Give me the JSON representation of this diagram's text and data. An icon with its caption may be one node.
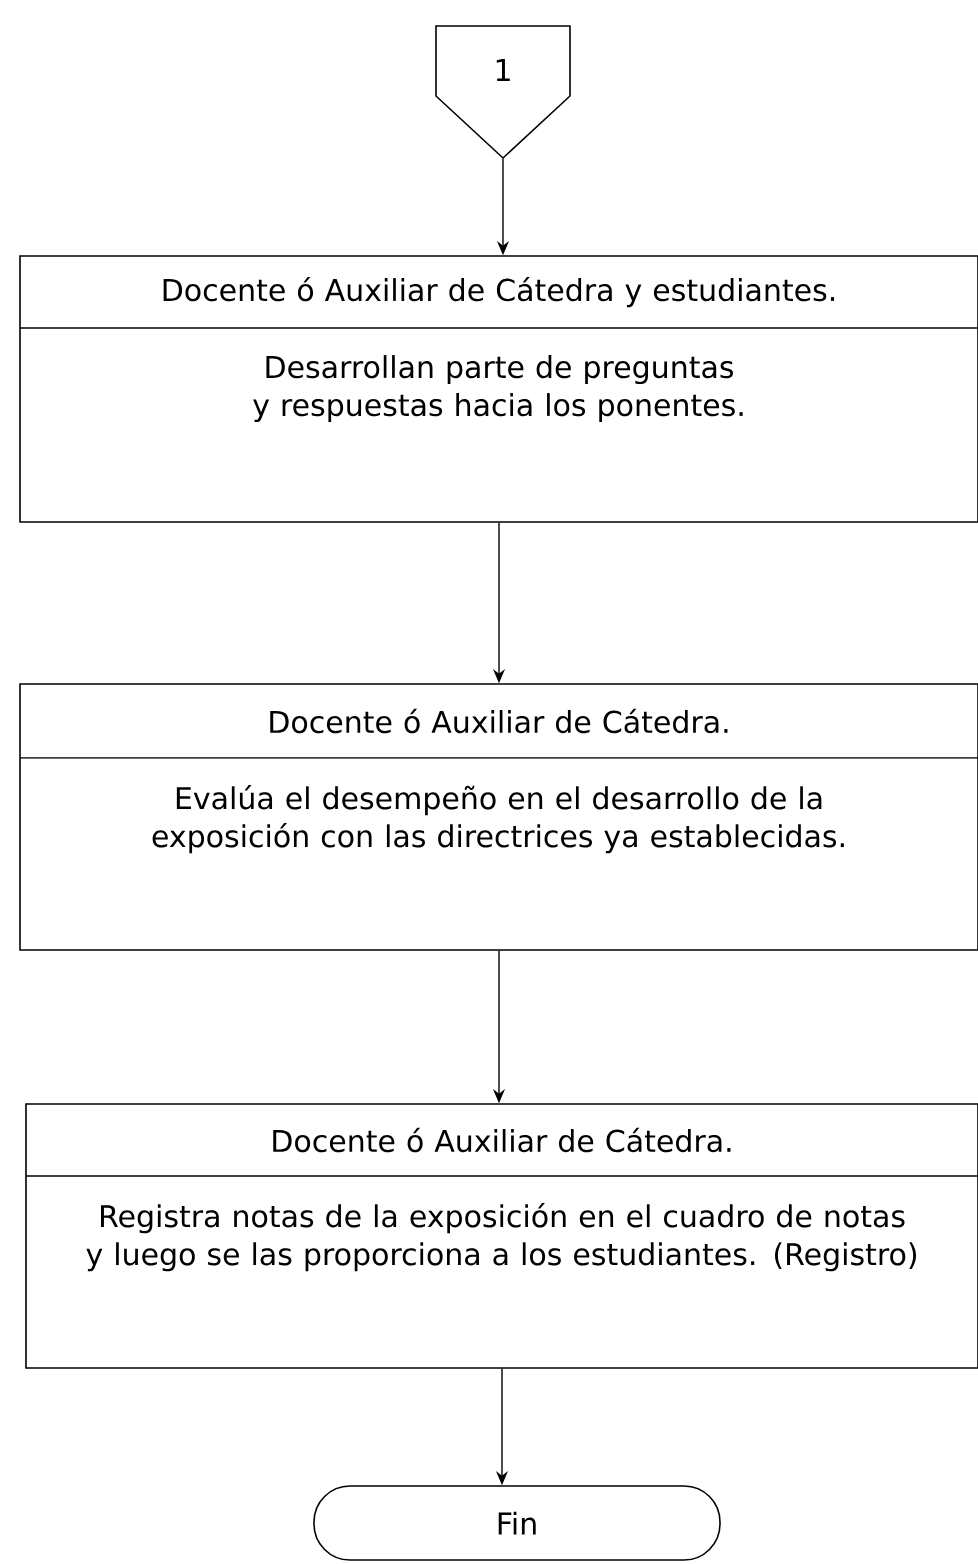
{
  "diagram": {
    "nodes": [
      {
        "text": [
          "1"
        ]
      },
      {
        "text": [
          "Docente ó Auxiliar de Cátedra y estudiantes.",
          "Desarrollan parte de preguntas y respuestas hacia los ponentes."
        ]
      },
      {
        "text": [
          "Docente ó Auxiliar de Cátedra.",
          "Evalúa el desempeño en el desarrollo de la exposición con las directrices ya establecidas."
        ]
      },
      {
        "text": [
          "Docente ó Auxiliar de Cátedra.",
          "Registra notas de la exposición en el cuadro de notas y luego se las proporciona a los estudiantes. (Registro)"
        ]
      },
      {
        "text": [
          "Fin"
        ]
      }
    ],
    "edges": [
      {
        "from": 0,
        "to": 1,
        "arrow": "to"
      },
      {
        "from": 1,
        "to": 2,
        "arrow": "to"
      },
      {
        "from": 2,
        "to": 3,
        "arrow": "to"
      },
      {
        "from": 3,
        "to": 4,
        "arrow": "to"
      }
    ]
  }
}
